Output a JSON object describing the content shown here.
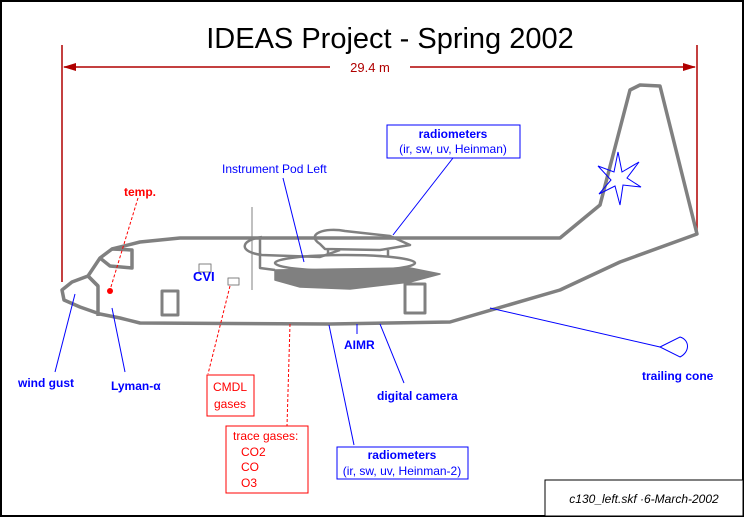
{
  "title": "IDEAS Project - Spring 2002",
  "dimension": "29.4 m",
  "labels": {
    "radiometers_top_title": "radiometers",
    "radiometers_top_sub": "(ir, sw, uv, Heinman)",
    "instrument_pod": "Instrument Pod Left",
    "temp": "temp.",
    "cvi": "CVI",
    "aimr": "AIMR",
    "wind_gust": "wind gust",
    "lyman": "Lyman-α",
    "digital_camera": "digital camera",
    "trailing_cone": "trailing cone",
    "cmdl_1": "CMDL",
    "cmdl_2": "gases",
    "trace_title": "trace gases:",
    "trace_1": "CO2",
    "trace_2": "CO",
    "trace_3": "O3",
    "radiometers_bot_title": "radiometers",
    "radiometers_bot_sub": "(ir, sw, uv, Heinman-2)"
  },
  "footer": "c130_left.skf  ·6-March-2002",
  "colors": {
    "outline": "#808080",
    "blue": "#0000ff",
    "red": "#ff0000",
    "dim": "#b00000"
  }
}
